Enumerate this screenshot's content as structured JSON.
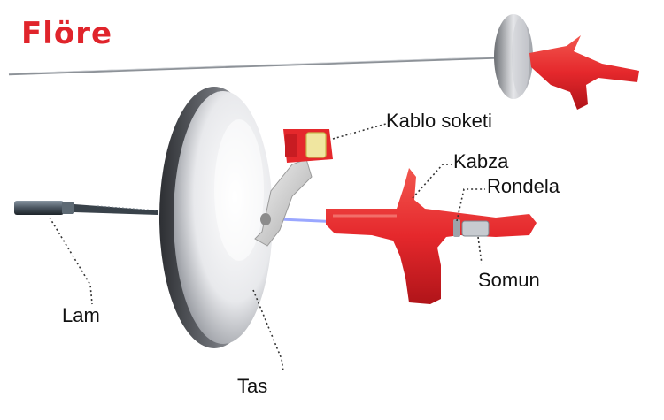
{
  "title": "Flöre",
  "labels": {
    "socket": "Kablo soketi",
    "grip": "Kabza",
    "washer": "Rondela",
    "nut": "Somun",
    "blade": "Lam",
    "guard": "Tas"
  },
  "colors": {
    "title": "#e0242b",
    "handle_red": "#e5282c",
    "guard_grey": "#d9dadd",
    "blade_steel": "#4a5560",
    "wire_blue": "#9aa7ff"
  }
}
